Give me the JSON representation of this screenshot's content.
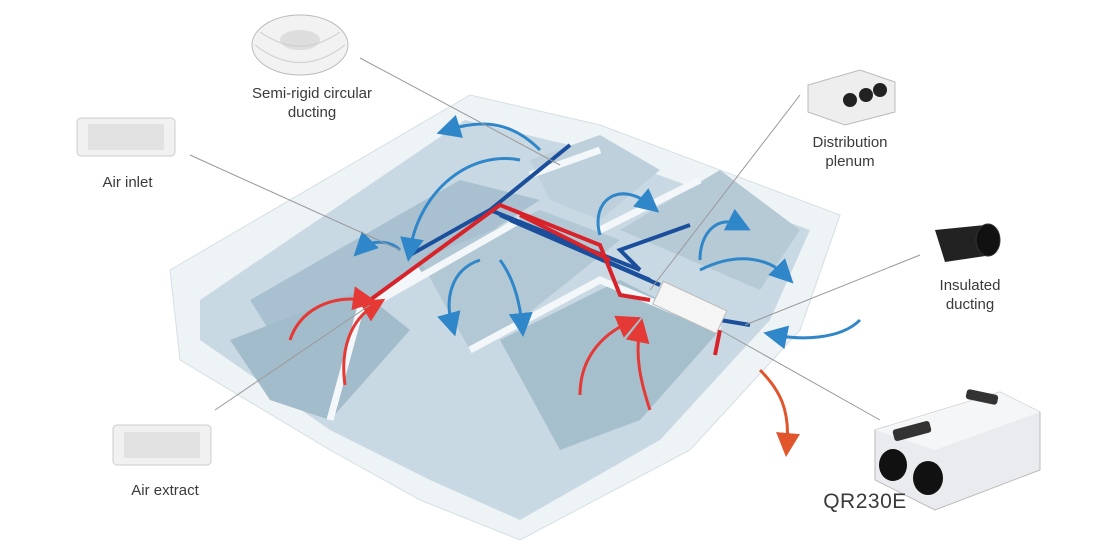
{
  "labels": {
    "semi_rigid": "Semi-rigid circular ducting",
    "semi_rigid_l1": "Semi-rigid circular",
    "semi_rigid_l2": "ducting",
    "air_inlet": "Air inlet",
    "distribution_l1": "Distribution",
    "distribution_l2": "plenum",
    "insulated_l1": "Insulated",
    "insulated_l2": "ducting",
    "air_extract": "Air extract",
    "unit_model": "QR230E"
  },
  "colors": {
    "supply_duct": "#1b4f9c",
    "extract_duct": "#d8232a",
    "fresh_air_arrow": "#2f86c8",
    "extract_arrow": "#e53935",
    "exhaust_arrow": "#e0552b",
    "house_floor": "#9fb8c8",
    "house_wall": "#e8eef2"
  }
}
